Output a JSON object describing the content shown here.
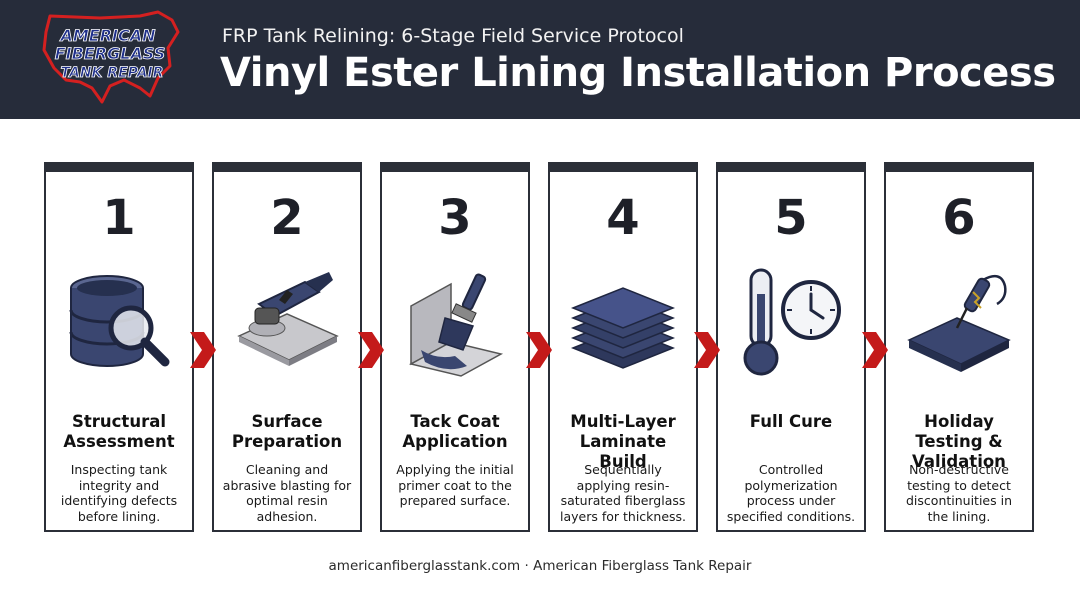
{
  "header": {
    "logo_lines": [
      "AMERICAN",
      "FIBERGLASS",
      "TANK REPAIR"
    ],
    "subtitle": "FRP Tank Relining: 6-Stage Field Service Protocol",
    "title": "Vinyl Ester Lining Installation Process"
  },
  "steps": [
    {
      "number": "1",
      "name": "Structural Assessment",
      "description": "Inspecting tank integrity and identifying defects before lining.",
      "icon": "tank-magnifier-icon"
    },
    {
      "number": "2",
      "name": "Surface Preparation",
      "description": "Cleaning and abrasive blasting for optimal resin adhesion.",
      "icon": "angle-grinder-icon"
    },
    {
      "number": "3",
      "name": "Tack Coat Application",
      "description": "Applying the initial primer coat to the prepared surface.",
      "icon": "paint-brush-icon"
    },
    {
      "number": "4",
      "name": "Multi-Layer Laminate Build",
      "description": "Sequentially applying resin-saturated fiberglass layers for thickness.",
      "icon": "layered-sheets-icon"
    },
    {
      "number": "5",
      "name": "Full Cure",
      "description": "Controlled polymerization process under specified conditions.",
      "icon": "thermometer-clock-icon"
    },
    {
      "number": "6",
      "name": "Holiday Testing & Validation",
      "description": "Non-destructive testing to detect discontinuities in the lining.",
      "icon": "spark-probe-icon"
    }
  ],
  "footer": {
    "text": "americanfiberglasstank.com · American Fiberglass Tank Repair"
  },
  "colors": {
    "header_bg": "#262c3a",
    "card_border": "#2b2f38",
    "arrow": "#c41a1a",
    "icon_navy": "#3a4670",
    "logo_red": "#d42020",
    "logo_navy": "#1e2f8a"
  }
}
